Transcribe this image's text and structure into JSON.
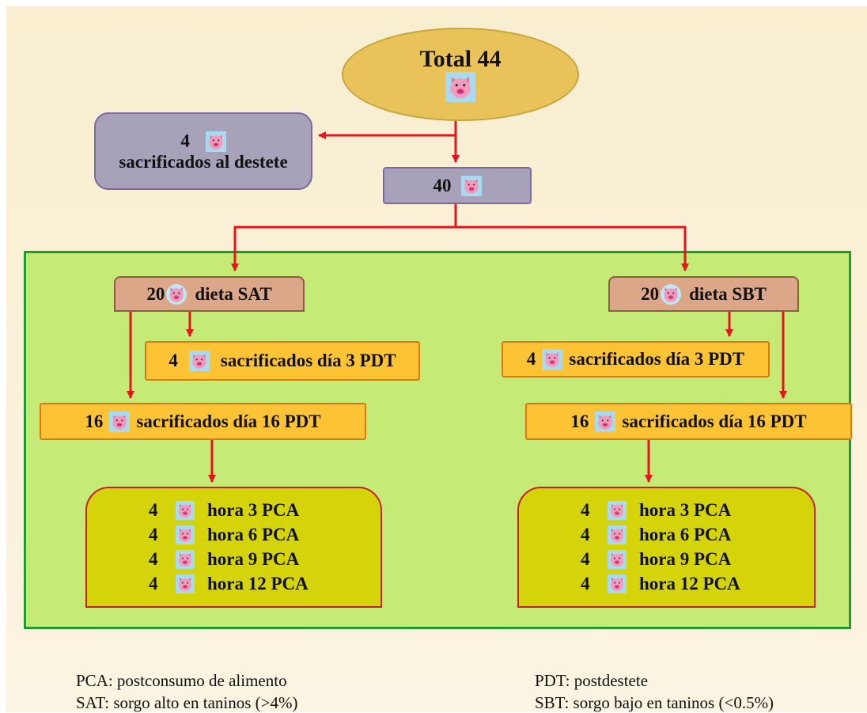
{
  "total": {
    "label": "Total 44"
  },
  "weaned_sacrificed": {
    "count": "4",
    "label": "sacrificados al destete"
  },
  "remaining": {
    "count": "40"
  },
  "diet_sat": {
    "count": "20",
    "label": "dieta SAT"
  },
  "diet_sbt": {
    "count": "20",
    "label": "dieta SBT"
  },
  "sat_day3": {
    "count": "4",
    "label": "sacrificados día 3 PDT"
  },
  "sbt_day3": {
    "count": "4",
    "label": "sacrificados día 3 PDT"
  },
  "sat_day16": {
    "count": "16",
    "label": "sacrificados día 16 PDT"
  },
  "sbt_day16": {
    "count": "16",
    "label": "sacrificados día 16 PDT"
  },
  "sat_hours": [
    {
      "count": "4",
      "label": "hora 3 PCA"
    },
    {
      "count": "4",
      "label": "hora 6 PCA"
    },
    {
      "count": "4",
      "label": "hora 9 PCA"
    },
    {
      "count": "4",
      "label": "hora 12 PCA"
    }
  ],
  "sbt_hours": [
    {
      "count": "4",
      "label": "hora 3 PCA"
    },
    {
      "count": "4",
      "label": "hora 6 PCA"
    },
    {
      "count": "4",
      "label": "hora 9 PCA"
    },
    {
      "count": "4",
      "label": "hora 12 PCA"
    }
  ],
  "legend": {
    "pca": "PCA: postconsumo de alimento",
    "sat": "SAT: sorgo alto en taninos (>4%)",
    "pdt": "PDT: postdestete",
    "sbt": "SBT: sorgo bajo en taninos (<0.5%)"
  },
  "icons": {
    "pig": "pig-face-icon"
  },
  "colors": {
    "arrow": "#e8141b",
    "group_fill": "#c5ea75",
    "group_border": "#1f9a2d",
    "total_fill": "#e9c35a",
    "purple_fill": "#a7a1b9",
    "diet_fill": "#dca788",
    "orange_fill": "#fcc335",
    "olive_fill": "#d5d40a"
  }
}
